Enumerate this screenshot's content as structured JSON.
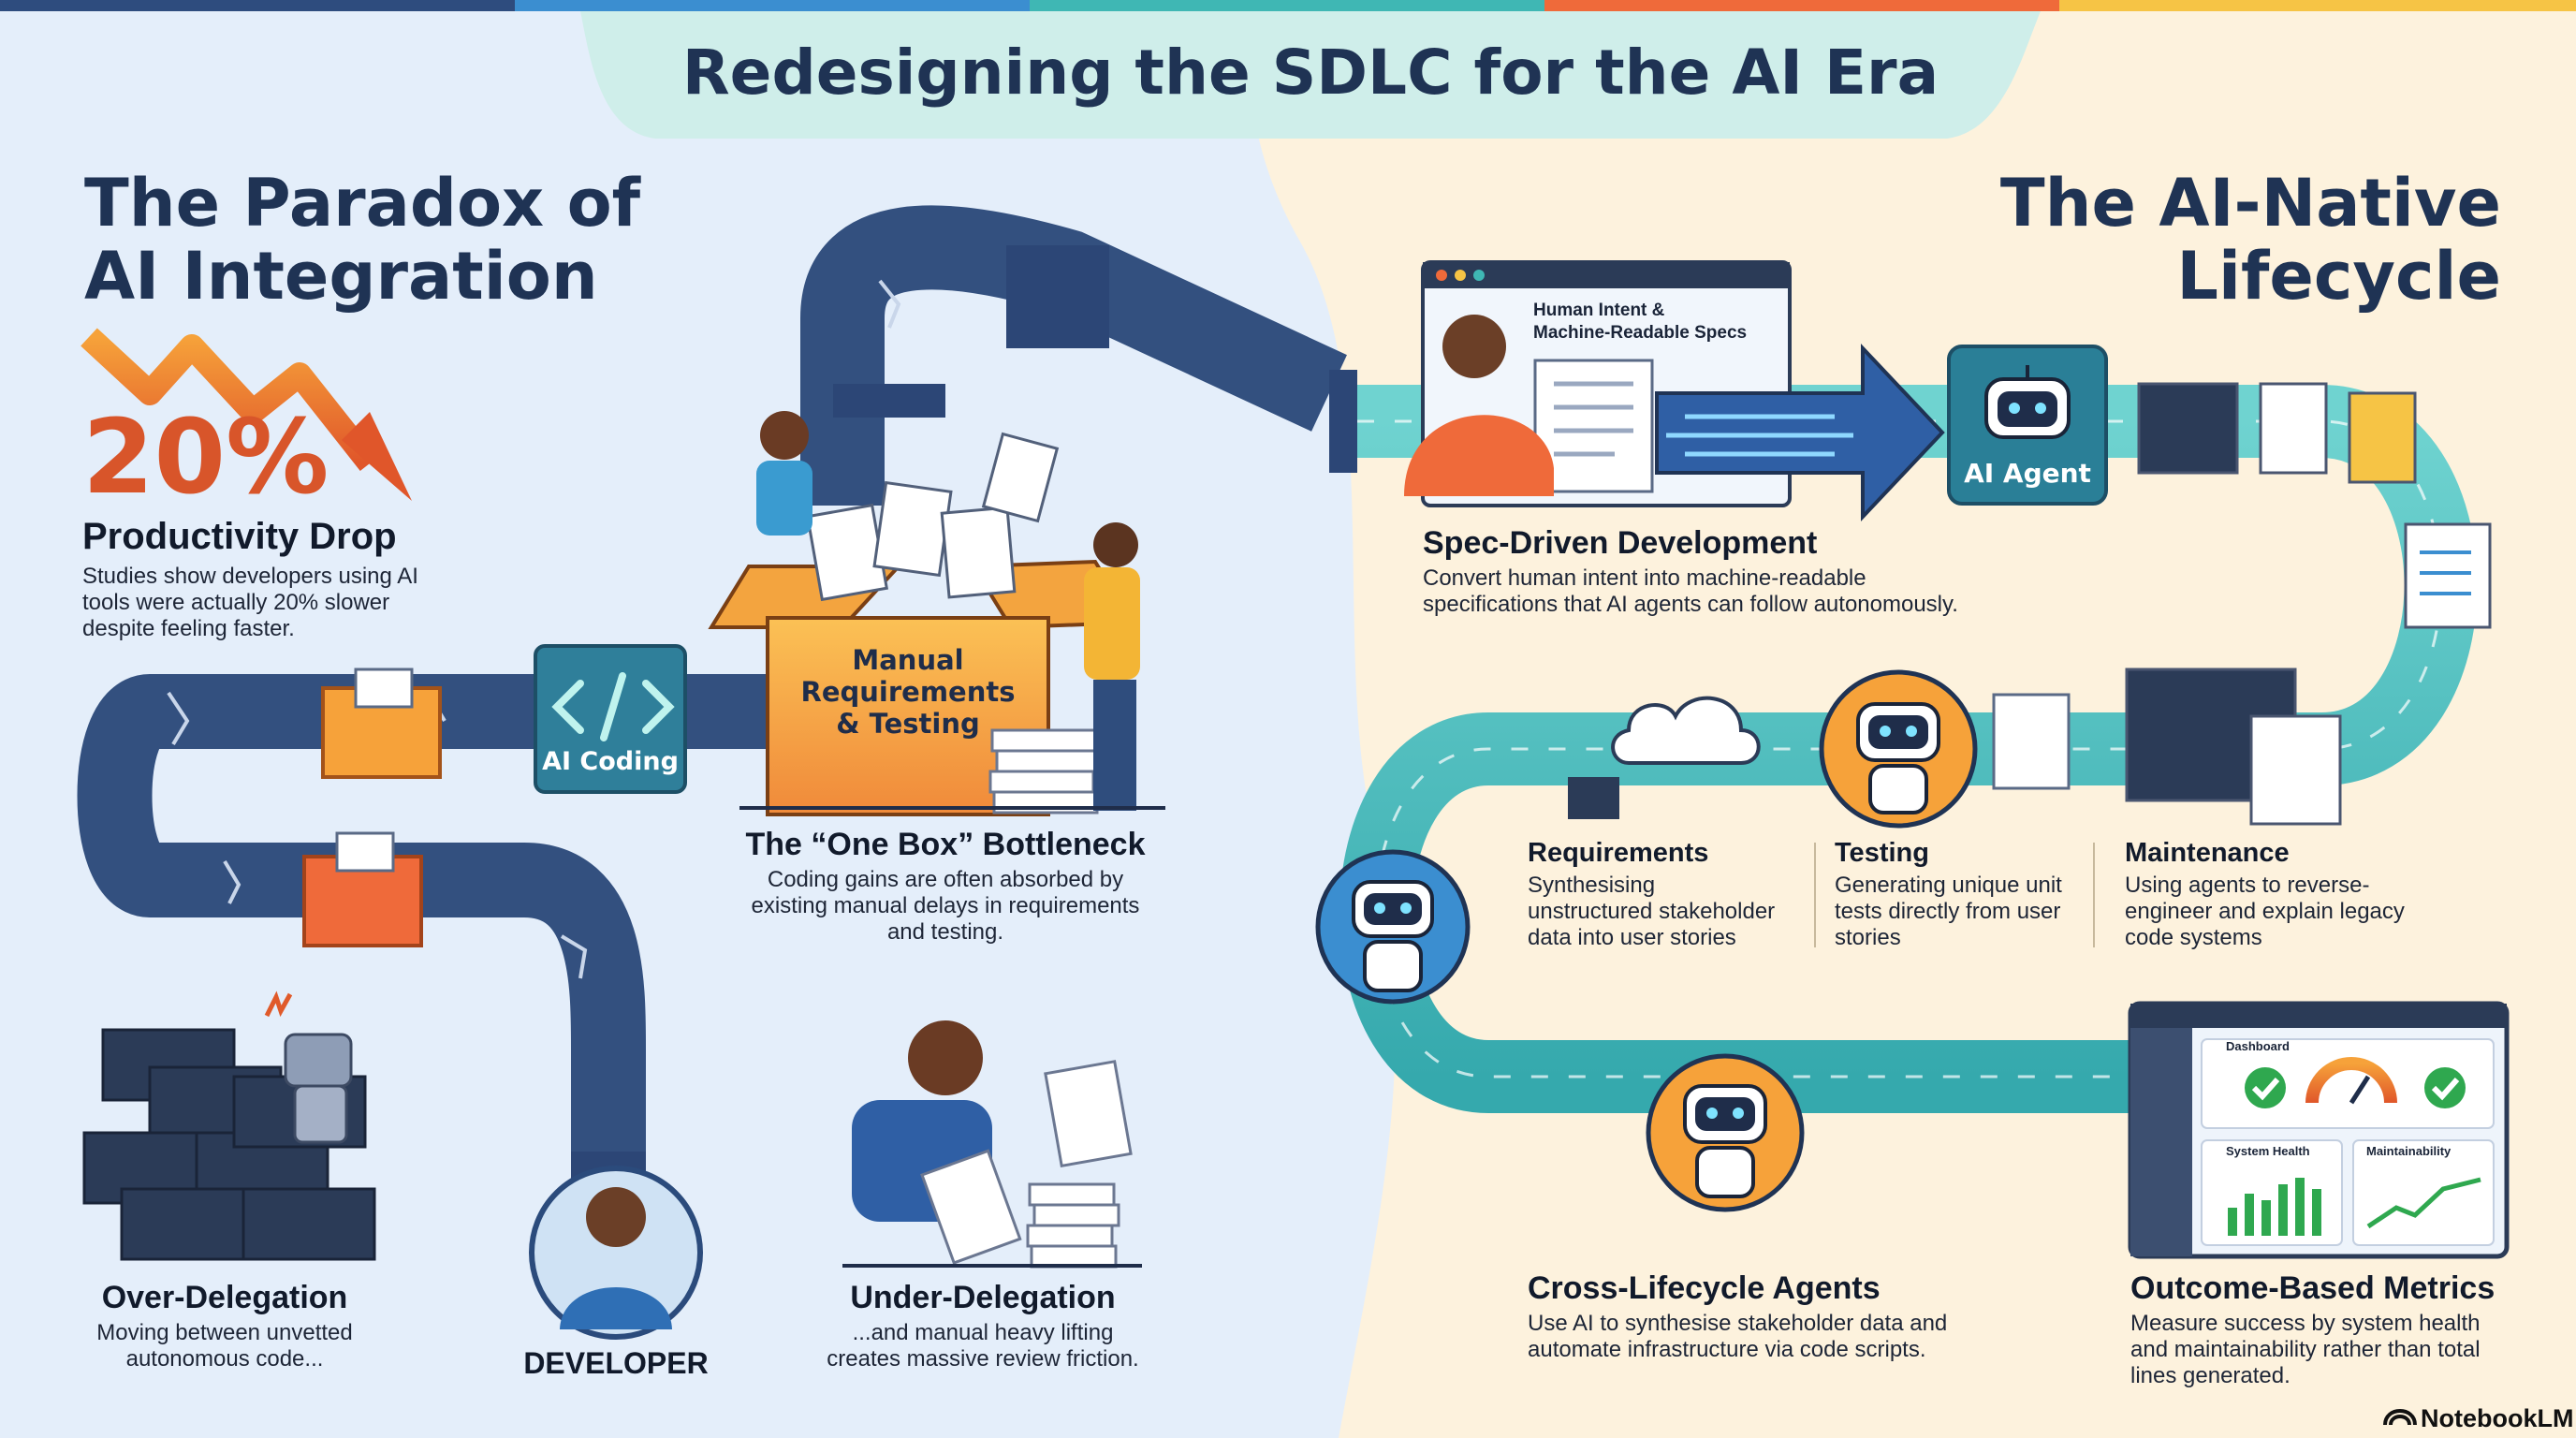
{
  "title": "Redesigning the SDLC for the AI Era",
  "left": {
    "heading_line1": "The Paradox of",
    "heading_line2": "AI Integration",
    "stat_value": "20%",
    "stat_label": "Productivity Drop",
    "stat_desc_lines": [
      "Studies show developers using AI",
      "tools were actually 20% slower",
      "despite feeling faster."
    ],
    "ai_coding_label": "AI Coding",
    "box_label_lines": [
      "Manual",
      "Requirements",
      "& Testing"
    ],
    "bottleneck_title": "The “One Box” Bottleneck",
    "bottleneck_desc_lines": [
      "Coding gains are often absorbed by",
      "existing manual delays in requirements",
      "and testing."
    ],
    "over_title": "Over-Delegation",
    "over_desc_lines": [
      "Moving between unvetted",
      "autonomous code..."
    ],
    "developer_label": "DEVELOPER",
    "under_title": "Under-Delegation",
    "under_desc_lines": [
      "...and manual heavy lifting",
      "creates massive review friction."
    ]
  },
  "right": {
    "heading_line1": "The AI-Native",
    "heading_line2": "Lifecycle",
    "spec_window_lines": [
      "Human Intent &",
      "Machine-Readable Specs"
    ],
    "ai_agent_label": "AI Agent",
    "spec_title": "Spec-Driven Development",
    "spec_desc_lines": [
      "Convert human intent into machine-readable",
      "specifications that AI agents can follow autonomously."
    ],
    "req_title": "Requirements",
    "req_desc_lines": [
      "Synthesising",
      "unstructured stakeholder",
      "data into user stories"
    ],
    "test_title": "Testing",
    "test_desc_lines": [
      "Generating unique unit",
      "tests directly from user",
      "stories"
    ],
    "maint_title": "Maintenance",
    "maint_desc_lines": [
      "Using agents to reverse-",
      "engineer and explain legacy",
      "code systems"
    ],
    "dashboard_label": "Dashboard",
    "system_health_label": "System Health",
    "maintainability_label": "Maintainability",
    "cross_title": "Cross-Lifecycle Agents",
    "cross_desc_lines": [
      "Use AI to synthesise stakeholder data and",
      "automate infrastructure via code scripts."
    ],
    "outcome_title": "Outcome-Based Metrics",
    "outcome_desc_lines": [
      "Measure success by system health",
      "and maintainability rather than total",
      "lines generated."
    ]
  },
  "brand": "NotebookLM",
  "colors": {
    "left_bg": "#e4eefa",
    "right_bg": "#fdf2dd",
    "pipe": "#33507f",
    "teal": "#4dbfc0",
    "orange": "#e06b2e",
    "navy": "#1f3354"
  },
  "icons": [
    "code-icon",
    "robot-icon",
    "cloud-icon",
    "check-icon",
    "gauge-icon",
    "document-icon",
    "person-icon",
    "broken-robot-icon",
    "brand-logo-icon"
  ]
}
